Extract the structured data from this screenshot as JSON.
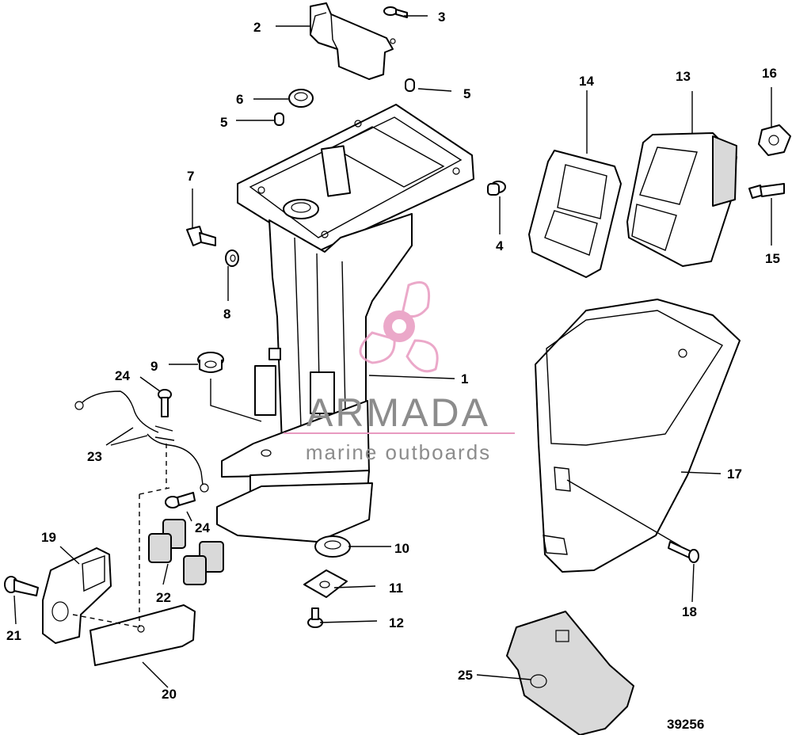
{
  "figure_number": "39256",
  "callouts": [
    {
      "id": "c2",
      "text": "2"
    },
    {
      "id": "c3",
      "text": "3"
    },
    {
      "id": "c5a",
      "text": "5"
    },
    {
      "id": "c6",
      "text": "6"
    },
    {
      "id": "c5b",
      "text": "5"
    },
    {
      "id": "c14",
      "text": "14"
    },
    {
      "id": "c13",
      "text": "13"
    },
    {
      "id": "c16",
      "text": "16"
    },
    {
      "id": "c7",
      "text": "7"
    },
    {
      "id": "c4",
      "text": "4"
    },
    {
      "id": "c15",
      "text": "15"
    },
    {
      "id": "c8",
      "text": "8"
    },
    {
      "id": "c9",
      "text": "9"
    },
    {
      "id": "c1",
      "text": "1"
    },
    {
      "id": "c24a",
      "text": "24"
    },
    {
      "id": "c23",
      "text": "23"
    },
    {
      "id": "c17",
      "text": "17"
    },
    {
      "id": "c24b",
      "text": "24"
    },
    {
      "id": "c19",
      "text": "19"
    },
    {
      "id": "c10",
      "text": "10"
    },
    {
      "id": "c22",
      "text": "22"
    },
    {
      "id": "c11",
      "text": "11"
    },
    {
      "id": "c18",
      "text": "18"
    },
    {
      "id": "c21",
      "text": "21"
    },
    {
      "id": "c12",
      "text": "12"
    },
    {
      "id": "c20",
      "text": "20"
    },
    {
      "id": "c25",
      "text": "25"
    }
  ],
  "watermark": {
    "brand": "ARMADA",
    "tagline": "marine outboards",
    "logo_color": "#e89ac0",
    "text_color": "#8c8c8c"
  }
}
